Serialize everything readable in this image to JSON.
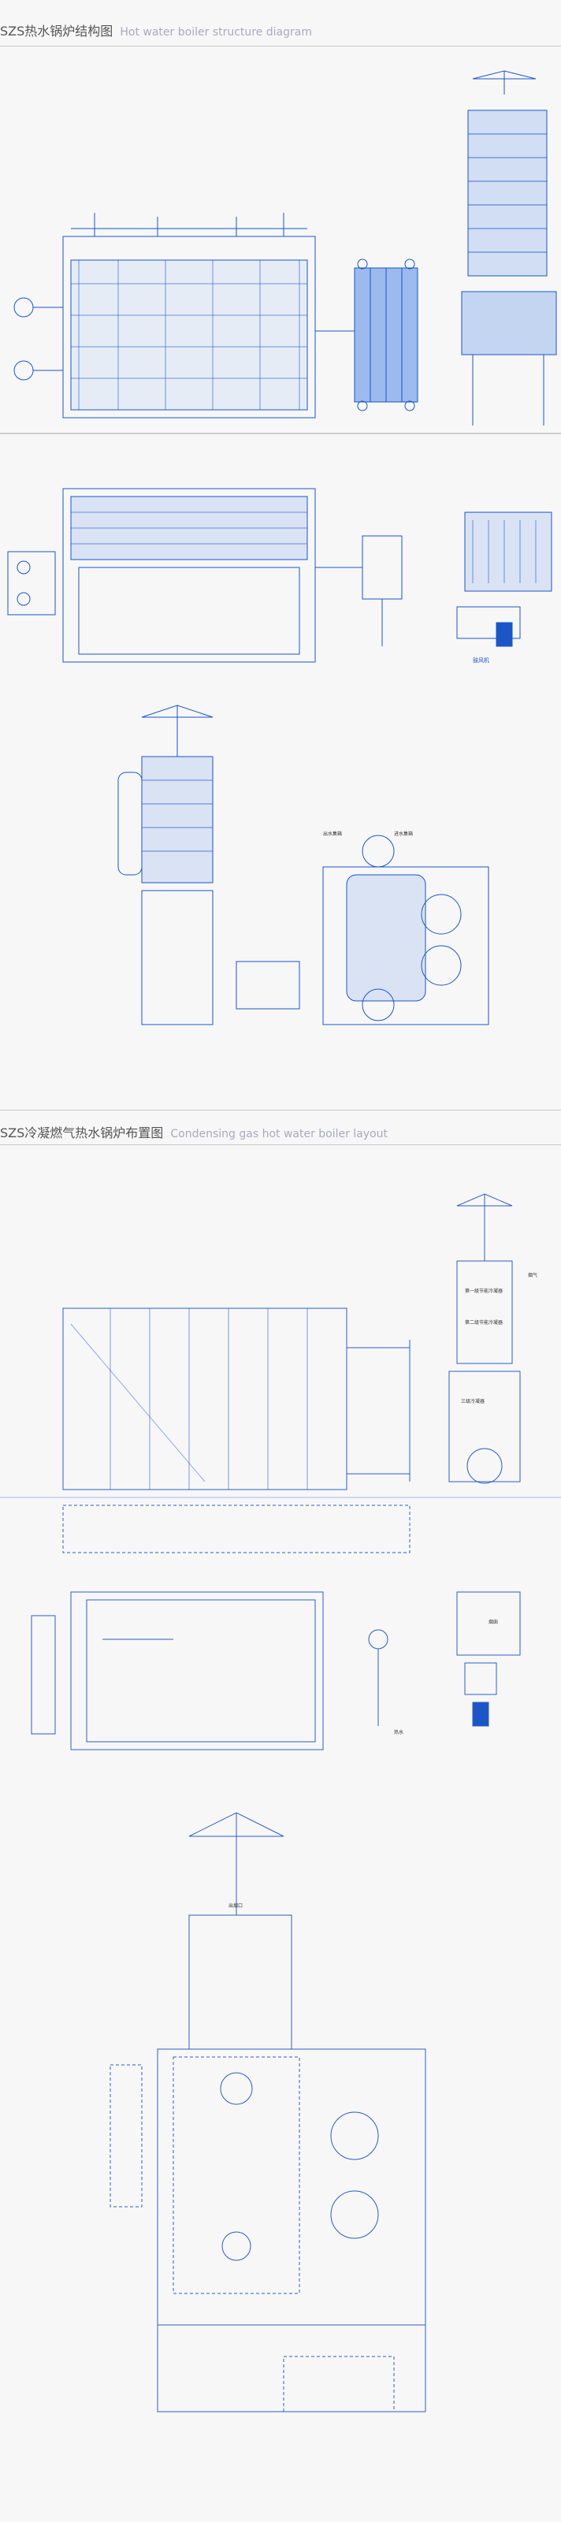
{
  "section1": {
    "title_cn": "SZS热水锅炉结构图",
    "title_en": "Hot water boiler structure diagram"
  },
  "section2": {
    "title_cn": "SZS冷凝燃气热水锅炉布置图",
    "title_en": "Condensing gas hot water boiler layout"
  },
  "labels": {
    "fan": "鼓风机",
    "outlet_water": "出水集箱",
    "inlet_water": "进水集箱",
    "stage1": "第一级节能冷凝器",
    "stage2": "第二级节能冷凝器",
    "stage3": "三级冷凝器",
    "chimney": "烟囱",
    "manhole": "出烟口",
    "hot_in": "热水",
    "flue": "烟气"
  },
  "colors": {
    "blue": "#1a56c8",
    "line": "#2c5cc5",
    "dark": "#333333",
    "light": "#8aa7e0"
  }
}
